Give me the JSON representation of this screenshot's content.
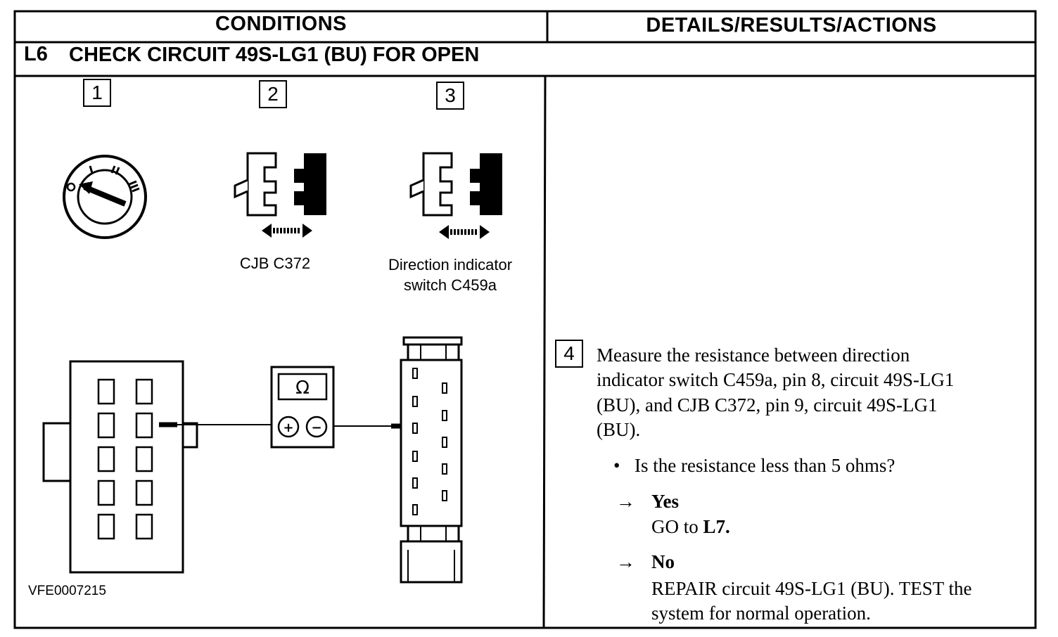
{
  "header": {
    "conditions": "CONDITIONS",
    "details": "DETAILS/RESULTS/ACTIONS"
  },
  "step": {
    "id": "L6",
    "title": "CHECK CIRCUIT 49S-LG1 (BU) FOR OPEN"
  },
  "conditions": {
    "items": [
      {
        "number": "1",
        "icon": "ignition-switch-icon",
        "caption": ""
      },
      {
        "number": "2",
        "icon": "connector-disconnect-icon",
        "caption": "CJB C372"
      },
      {
        "number": "3",
        "icon": "connector-disconnect-icon",
        "caption_line1": "Direction indicator",
        "caption_line2": "switch C459a"
      }
    ],
    "ohmmeter_symbol": "Ω",
    "plus_symbol": "+",
    "minus_symbol": "−",
    "figure_code": "VFE0007215"
  },
  "actions": {
    "number": "4",
    "instruction_lines": [
      "Measure the resistance between direction",
      "indicator switch C459a, pin 8, circuit 49S-LG1",
      "(BU), and CJB C372, pin 9, circuit 49S-LG1",
      "(BU)."
    ],
    "bullet": "•",
    "question": "Is the resistance less than 5 ohms?",
    "arrow": "→",
    "yes_label": "Yes",
    "yes_action_prefix": "GO to",
    "yes_action_target": "L7.",
    "no_label": "No",
    "no_action_line1": "REPAIR circuit 49S-LG1 (BU). TEST the",
    "no_action_line2": "system for normal operation."
  }
}
